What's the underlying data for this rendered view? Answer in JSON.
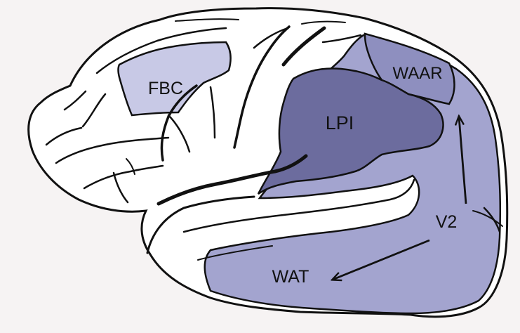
{
  "diagram": {
    "labels": {
      "fbc": "FBC",
      "lpi": "LPI",
      "waar": "WAAR",
      "v2": "V2",
      "wat": "WAT"
    },
    "colors": {
      "background": "#f6f3f3",
      "brain_fill": "#ffffff",
      "outline": "#111111",
      "fbc_fill": "#c8c9e6",
      "lpi_fill": "#6c6c9e",
      "waar_fill": "#8e8fbf",
      "visual_stream_fill": "#a3a4cf"
    },
    "arrows": [
      {
        "from": "V2",
        "to": "WAAR"
      },
      {
        "from": "V2",
        "to": "WAT"
      }
    ]
  }
}
